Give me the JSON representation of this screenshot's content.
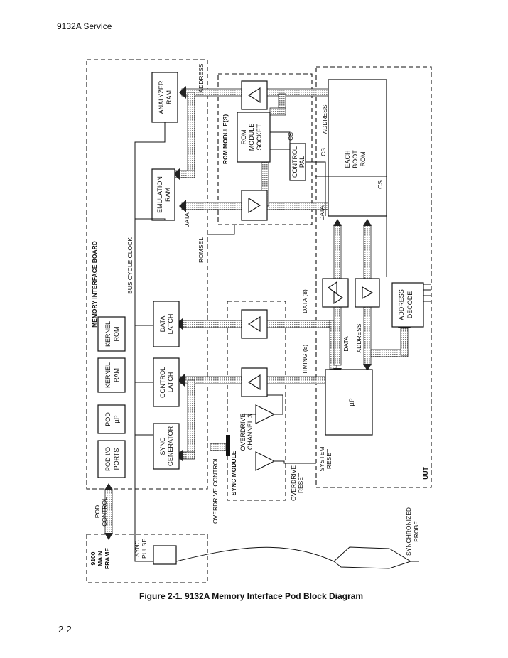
{
  "page": {
    "header": "9132A Service",
    "page_number": "2-2"
  },
  "figure": {
    "caption": "Figure 2-1.  9132A Memory Interface Pod Block Diagram"
  },
  "labels": {
    "memory_interface_board": "MEMORY INTERFACE BOARD",
    "rom_modules": "ROM MODULE(S)",
    "sync_module": "SYNC MODULE",
    "uut": "UUT",
    "mainframe": [
      "9100",
      "MAIN",
      "FRAME"
    ],
    "pod_control": [
      "POD",
      "CONTROL"
    ],
    "sync_pulse": [
      "SYNC",
      "PULSE"
    ],
    "overdrive_control": "OVERDRIVE CONTROL",
    "overdrive_reset": [
      "OVERDRIVE",
      "RESET"
    ],
    "system_reset": [
      "SYSTEM",
      "RESET"
    ],
    "synchronized_probe": [
      "SYNCHRONIZED",
      "PROBE"
    ],
    "bus_cycle_clock": "BUS CYCLE CLOCK",
    "romsel": "ROMSEL",
    "data_mid": "DATA",
    "address_top": "ADDRESS",
    "address_rom": "ADDRESS",
    "cs_top": "CS",
    "cs_a": "CS",
    "cs_b": "CS",
    "data_rom": "DATA",
    "data8": "DATA (8)",
    "timing8": "TIMING (8)",
    "data_bus": "DATA",
    "address_bus": "ADDRESS"
  },
  "blocks": {
    "pod_io_ports": [
      "POD I/O",
      "PORTS"
    ],
    "pod_up": [
      "POD",
      "µP"
    ],
    "kernel_ram": [
      "KERNEL",
      "RAM"
    ],
    "kernel_rom": [
      "KERNEL",
      "ROM"
    ],
    "sync_generator": [
      "SYNC",
      "GENERATOR"
    ],
    "control_latch": [
      "CONTROL",
      "LATCH"
    ],
    "data_latch": [
      "DATA",
      "LATCH"
    ],
    "emulation_ram": [
      "EMULATION",
      "RAM"
    ],
    "analyzer_ram": [
      "ANALYZER",
      "RAM"
    ],
    "rom_module_socket": [
      "ROM",
      "MODULE",
      "SOCKET"
    ],
    "control_pal": [
      "CONTROL",
      "PAL"
    ],
    "boot_rom": [
      "EACH",
      "BOOT",
      "ROM"
    ],
    "uut_up": "µP",
    "address_decode": [
      "ADDRESS",
      "DECODE"
    ],
    "overdrive_channel": [
      "OVERDRIVE",
      "CHANNEL 3"
    ]
  }
}
